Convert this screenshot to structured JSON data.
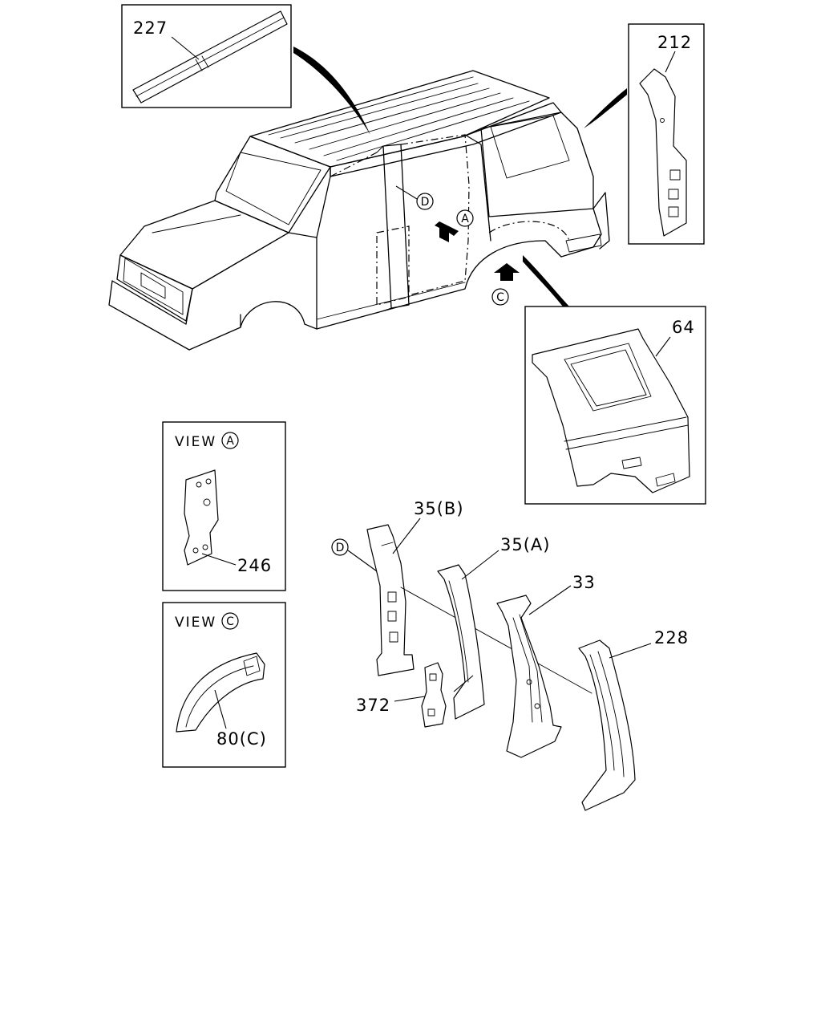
{
  "callouts": {
    "c227": "227",
    "c212": "212",
    "c64": "64",
    "c246": "246",
    "c80c": "80(C)",
    "c35b": "35(B)",
    "c35a": "35(A)",
    "c33": "33",
    "c228": "228",
    "c372": "372"
  },
  "view_markers": {
    "a": "A",
    "c": "C",
    "d": "D"
  },
  "views": {
    "view_prefix": "VIEW",
    "view_a_letter": "A",
    "view_c_letter": "C"
  },
  "colors": {
    "line": "#000000",
    "background": "#ffffff"
  }
}
